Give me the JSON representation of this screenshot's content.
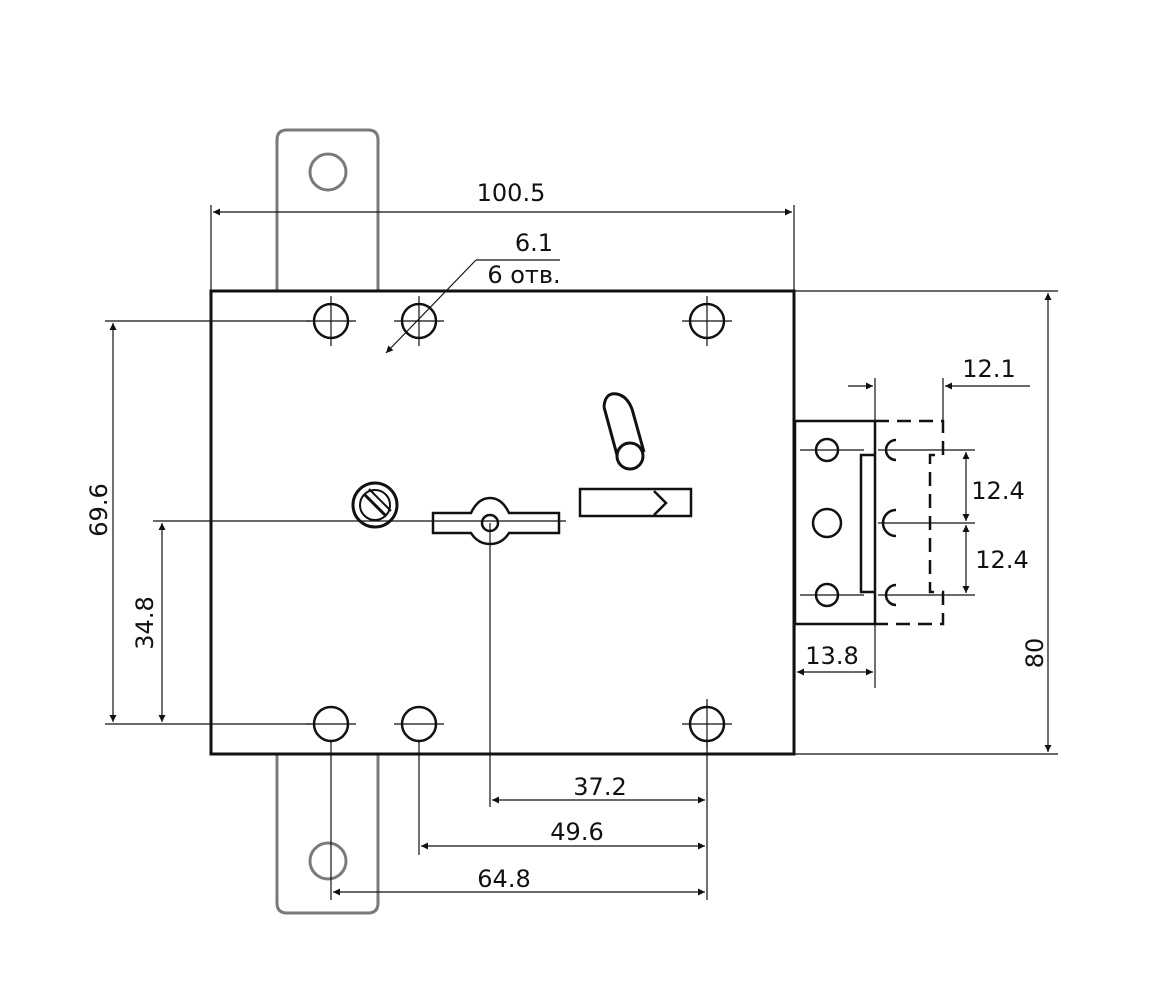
{
  "drawing": {
    "dimensions": {
      "overall_width": "100.5",
      "hole_diameter": "6.1",
      "hole_count": "6 отв.",
      "hole_vertical_spacing": "69.6",
      "keyhole_height": "34.8",
      "overall_height": "80",
      "bolt_offset": "12.1",
      "bolt_spacing_upper": "12.4",
      "bolt_spacing_lower": "12.4",
      "faceplate_depth": "13.8",
      "keyhole_to_hole": "37.2",
      "inner_hole_spacing": "49.6",
      "outer_hole_spacing": "64.8"
    }
  }
}
